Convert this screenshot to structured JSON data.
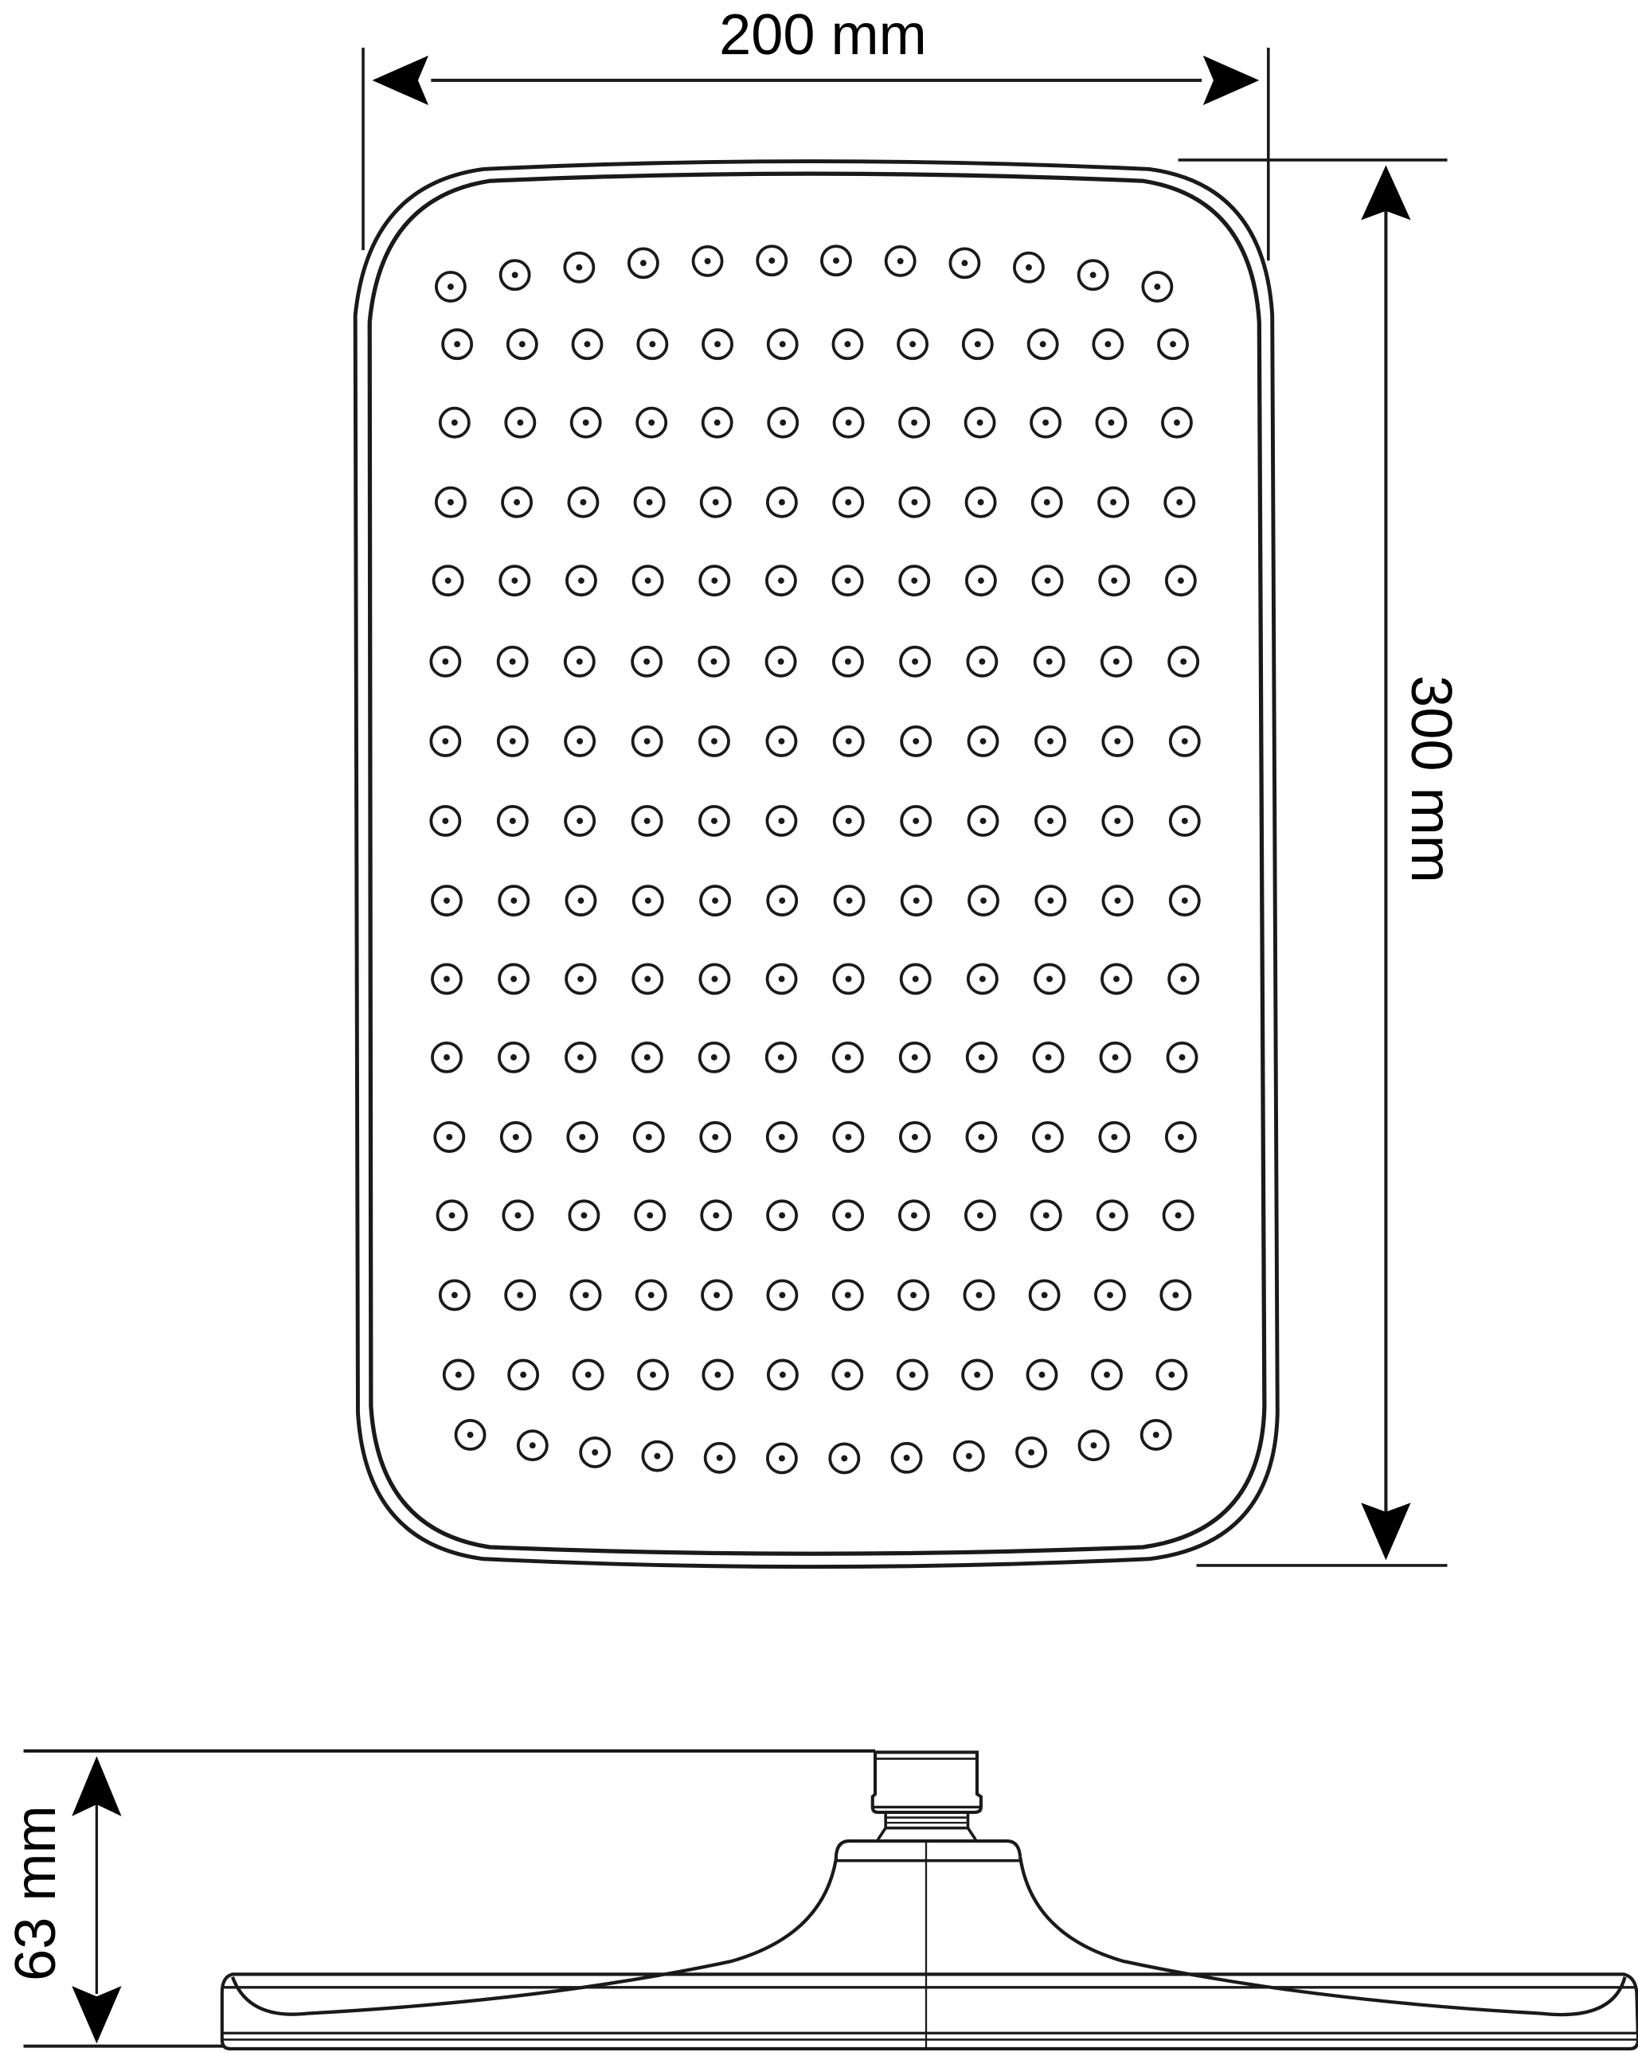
{
  "title": "Rectangular rain shower head technical drawing",
  "colors": {
    "line": "#1a1a1a",
    "background": "#ffffff"
  },
  "top_view": {
    "width_label": "200 mm",
    "height_label": "300 mm",
    "nozzle_grid": {
      "rows": 16,
      "columns": 12,
      "total": 192,
      "icon": "nozzle-ring-with-dot"
    }
  },
  "side_view": {
    "height_label": "63 mm",
    "parts": [
      "threaded-connector",
      "neck-collar",
      "flared-body",
      "rectangular-plate"
    ]
  }
}
